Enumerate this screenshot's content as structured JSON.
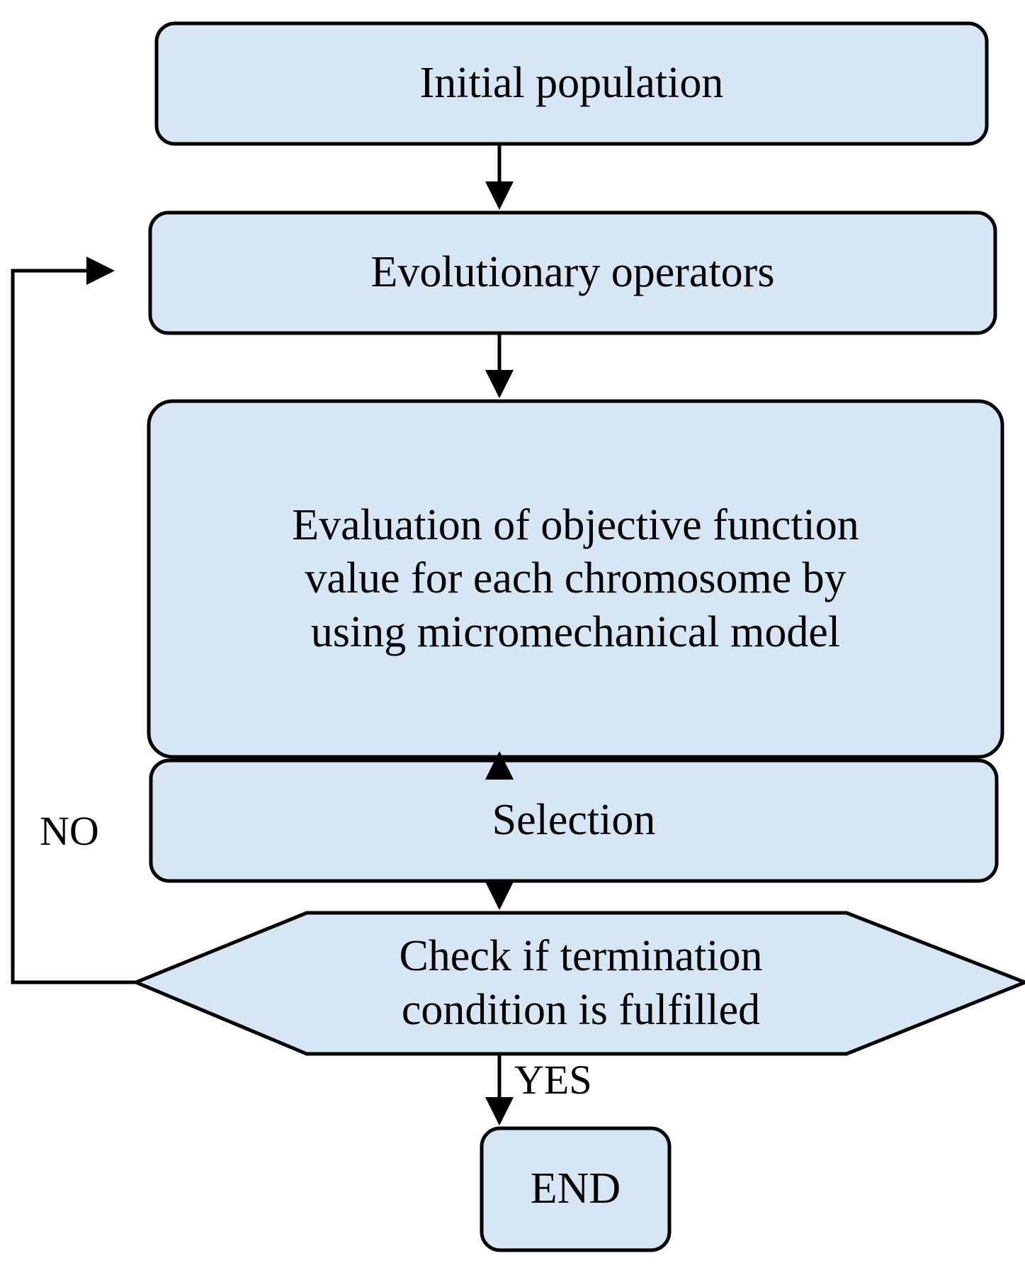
{
  "diagram": {
    "type": "flowchart",
    "title": "Genetic algorithm optimisation flowchart",
    "colors": {
      "node_fill": "#d6e6f4",
      "node_stroke": "#000000",
      "connector": "#000000",
      "background": "#ffffff",
      "text": "#000000"
    },
    "nodes": [
      {
        "id": "initial-population",
        "shape": "rounded-rectangle",
        "label": "Initial population"
      },
      {
        "id": "evolutionary-operators",
        "shape": "rounded-rectangle",
        "label": "Evolutionary operators"
      },
      {
        "id": "evaluation",
        "shape": "rounded-rectangle",
        "label": "Evaluation of objective function\nvalue for each chromosome by\nusing micromechanical model"
      },
      {
        "id": "selection",
        "shape": "rounded-rectangle",
        "label": "Selection"
      },
      {
        "id": "termination-check",
        "shape": "hexagon",
        "label": "Check if termination\ncondition is fulfilled"
      },
      {
        "id": "end",
        "shape": "rounded-rectangle",
        "label": "END"
      }
    ],
    "edges": [
      {
        "id": "e1",
        "from": "initial-population",
        "to": "evolutionary-operators",
        "label": ""
      },
      {
        "id": "e2",
        "from": "evolutionary-operators",
        "to": "evaluation",
        "label": ""
      },
      {
        "id": "e3",
        "from": "evaluation",
        "to": "selection",
        "label": ""
      },
      {
        "id": "e4",
        "from": "selection",
        "to": "termination-check",
        "label": ""
      },
      {
        "id": "e5",
        "from": "termination-check",
        "to": "evolutionary-operators",
        "label": "NO"
      },
      {
        "id": "e6",
        "from": "termination-check",
        "to": "end",
        "label": "YES"
      }
    ],
    "edge_labels": {
      "no": "NO",
      "yes": "YES"
    }
  }
}
